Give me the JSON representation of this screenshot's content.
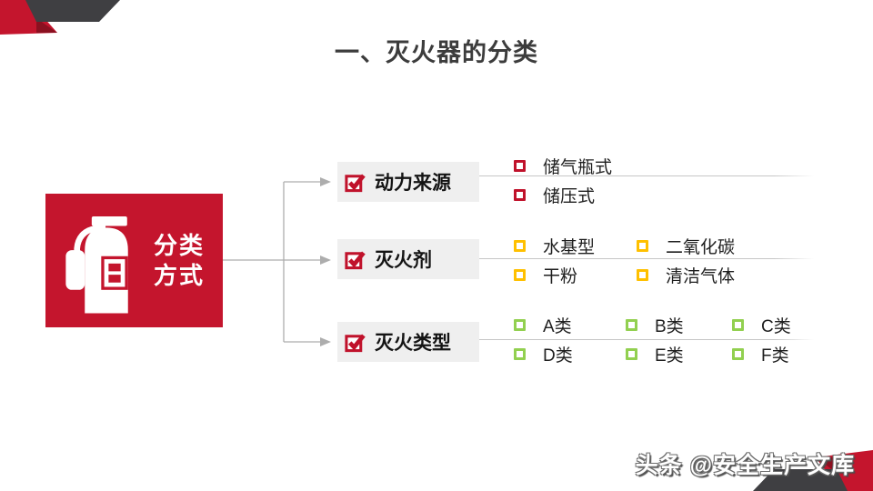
{
  "title": "一、灭火器的分类",
  "root": {
    "icon": "fire-extinguisher-icon",
    "line1": "分类",
    "line2": "方式"
  },
  "branches": [
    {
      "icon": "checkbox-checked-icon",
      "label": "动力来源",
      "bullet_color": "#c0122b",
      "rows": [
        [
          "储气瓶式"
        ],
        [
          "储压式"
        ]
      ]
    },
    {
      "icon": "checkbox-checked-icon",
      "label": "灭火剂",
      "bullet_color": "#ffc000",
      "rows": [
        [
          "水基型",
          "二氧化碳"
        ],
        [
          "干粉",
          "清洁气体"
        ]
      ]
    },
    {
      "icon": "checkbox-checked-icon",
      "label": "灭火类型",
      "bullet_color": "#92d050",
      "rows": [
        [
          "A类",
          "B类",
          "C类"
        ],
        [
          "D类",
          "E类",
          "F类"
        ]
      ]
    }
  ],
  "watermark": "头条 @安全生产文库",
  "colors": {
    "accent_red": "#c4152d",
    "maroon_fold": "#8b1020",
    "dark_gray_shape": "#3f3f42",
    "branch_box_bg": "#efefef",
    "connector_gray": "#adadad",
    "separator_gray": "#c6c6c6",
    "title_gray": "#3c3c3c"
  }
}
